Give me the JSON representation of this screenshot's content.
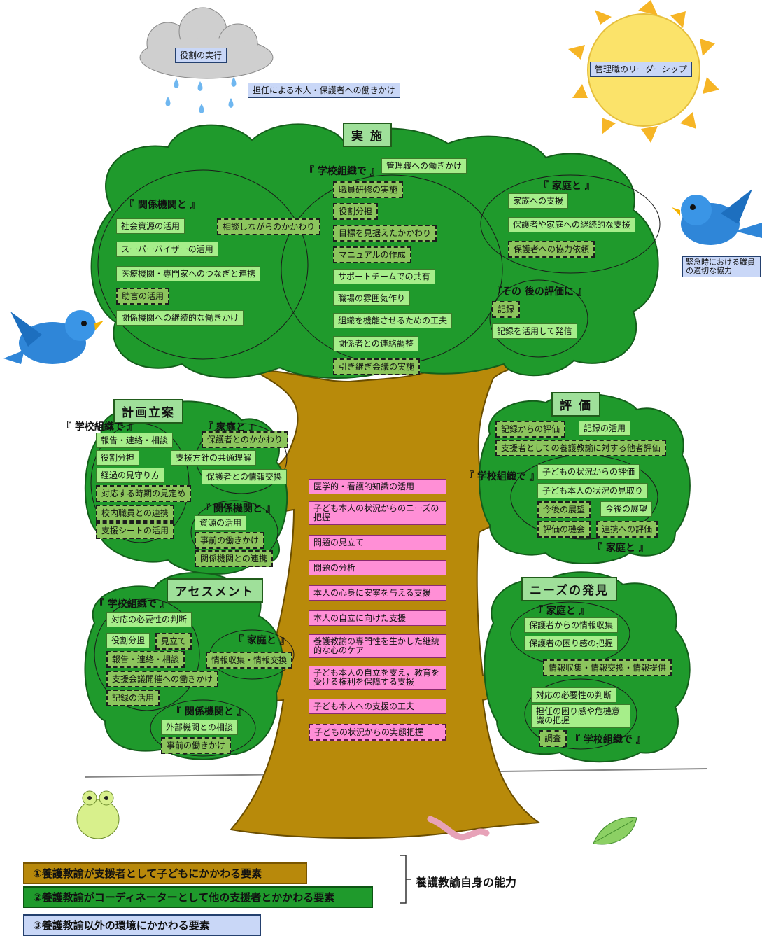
{
  "sky": {
    "cloud_label": "役割の実行",
    "rain_note": "担任による本人・保護者への働きかけ",
    "sun_label": "管理職のリーダーシップ",
    "bird_note": "緊急時における職員の適切な協力"
  },
  "jisshi": {
    "title": "実 施",
    "school_group": "『 学校組織で 』",
    "school_items": [
      "管理職への働きかけ",
      "職員研修の実施",
      "役割分担",
      "目標を見据えたかかわり",
      "マニュアルの作成",
      "サポートチームでの共有",
      "職場の雰囲気作り",
      "組織を機能させるための工夫",
      "関係者との連絡調整",
      "引き継ぎ会議の実施"
    ],
    "kikan_group": "『 関係機関と 』",
    "kikan_items": [
      "社会資源の活用",
      "相談しながらのかかわり",
      "スーパーバイザーの活用",
      "医療機関・専門家へのつなぎと連携",
      "助言の活用",
      "関係機関への継続的な働きかけ"
    ],
    "katei_group": "『 家庭と 』",
    "katei_items": [
      "家族への支援",
      "保護者や家庭への継続的な支援",
      "保護者への協力依頼"
    ],
    "hyoka_group": "『その 後の評価に 』",
    "hyoka_items": [
      "記録",
      "記録を活用して発信"
    ]
  },
  "keikaku": {
    "title": "計画立案",
    "school_group": "『 学校組織で 』",
    "school_items": [
      "報告・連絡・相談",
      "役割分担",
      "経過の見守り方",
      "対応する時期の見定め",
      "校内職員との連携",
      "支援シートの活用"
    ],
    "shared": "支援方針の共通理解",
    "katei_group": "『 家庭と 』",
    "katei_items": [
      "保護者とのかかわり",
      "保護者との情報交換"
    ],
    "kikan_group": "『 関係機関と 』",
    "kikan_items": [
      "資源の活用",
      "事前の働きかけ",
      "関係機関との連携"
    ]
  },
  "hyoka": {
    "title": "評 価",
    "top_items": [
      "記録からの評価",
      "記録の活用",
      "支援者としての養護教諭に対する他者評価"
    ],
    "school_group": "『 学校組織で 』",
    "items": [
      "子どもの状況からの評価",
      "子ども本人の状況の見取り",
      "今後の展望",
      "今後の展望",
      "評価の機会",
      "連携への評価"
    ],
    "katei_group": "『 家庭と 』"
  },
  "assessment": {
    "title": "アセスメント",
    "school_group": "『 学校組織で 』",
    "school_items": [
      "対応の必要性の判断",
      "役割分担",
      "見立て",
      "報告・連絡・相談",
      "支援会議開催への働きかけ",
      "記録の活用"
    ],
    "katei_group": "『 家庭と 』",
    "katei_items": [
      "情報収集・情報交換"
    ],
    "kikan_group": "『 関係機関と 』",
    "kikan_items": [
      "外部機関との相談",
      "事前の働きかけ"
    ]
  },
  "needs": {
    "title": "ニーズの発見",
    "katei_group": "『 家庭と 』",
    "katei_items": [
      "保護者からの情報収集",
      "保護者の困り感の把握"
    ],
    "shared": "情報収集・情報交換・情報提供",
    "school_items": [
      "対応の必要性の判断",
      "担任の困り感や危機意識の把握",
      "調査"
    ],
    "school_group": "『 学校組織で 』"
  },
  "trunk_items": [
    "医学的・看護的知識の活用",
    "子ども本人の状況からのニーズの把握",
    "問題の見立て",
    "問題の分析",
    "本人の心身に安寧を与える支援",
    "本人の自立に向けた支援",
    "養護教諭の専門性を生かした継続的な心のケア",
    "子ども本人の自立を支え，教育を受ける権利を保障する支援",
    "子ども本人への支援の工夫",
    "子どもの状況からの実態把握"
  ],
  "legend": {
    "item1": "①養護教諭が支援者として子どもにかかわる要素",
    "item2": "②養護教諭がコーディネーターとして他の支援者とかかわる要素",
    "item3": "③養護教諭以外の環境にかかわる要素",
    "bracket_label": "養護教諭自身の能力"
  },
  "colors": {
    "foliage": "#1f9a2c",
    "trunk": "#b88a0a",
    "pink": "#ff8fd6",
    "green_label": "#a6ee8a",
    "dashed_label": "#8cc55d",
    "blue_label": "#c9d7f7",
    "sun": "#fbe36a",
    "sun_ray": "#f6b526",
    "bird": "#2f86d8"
  }
}
